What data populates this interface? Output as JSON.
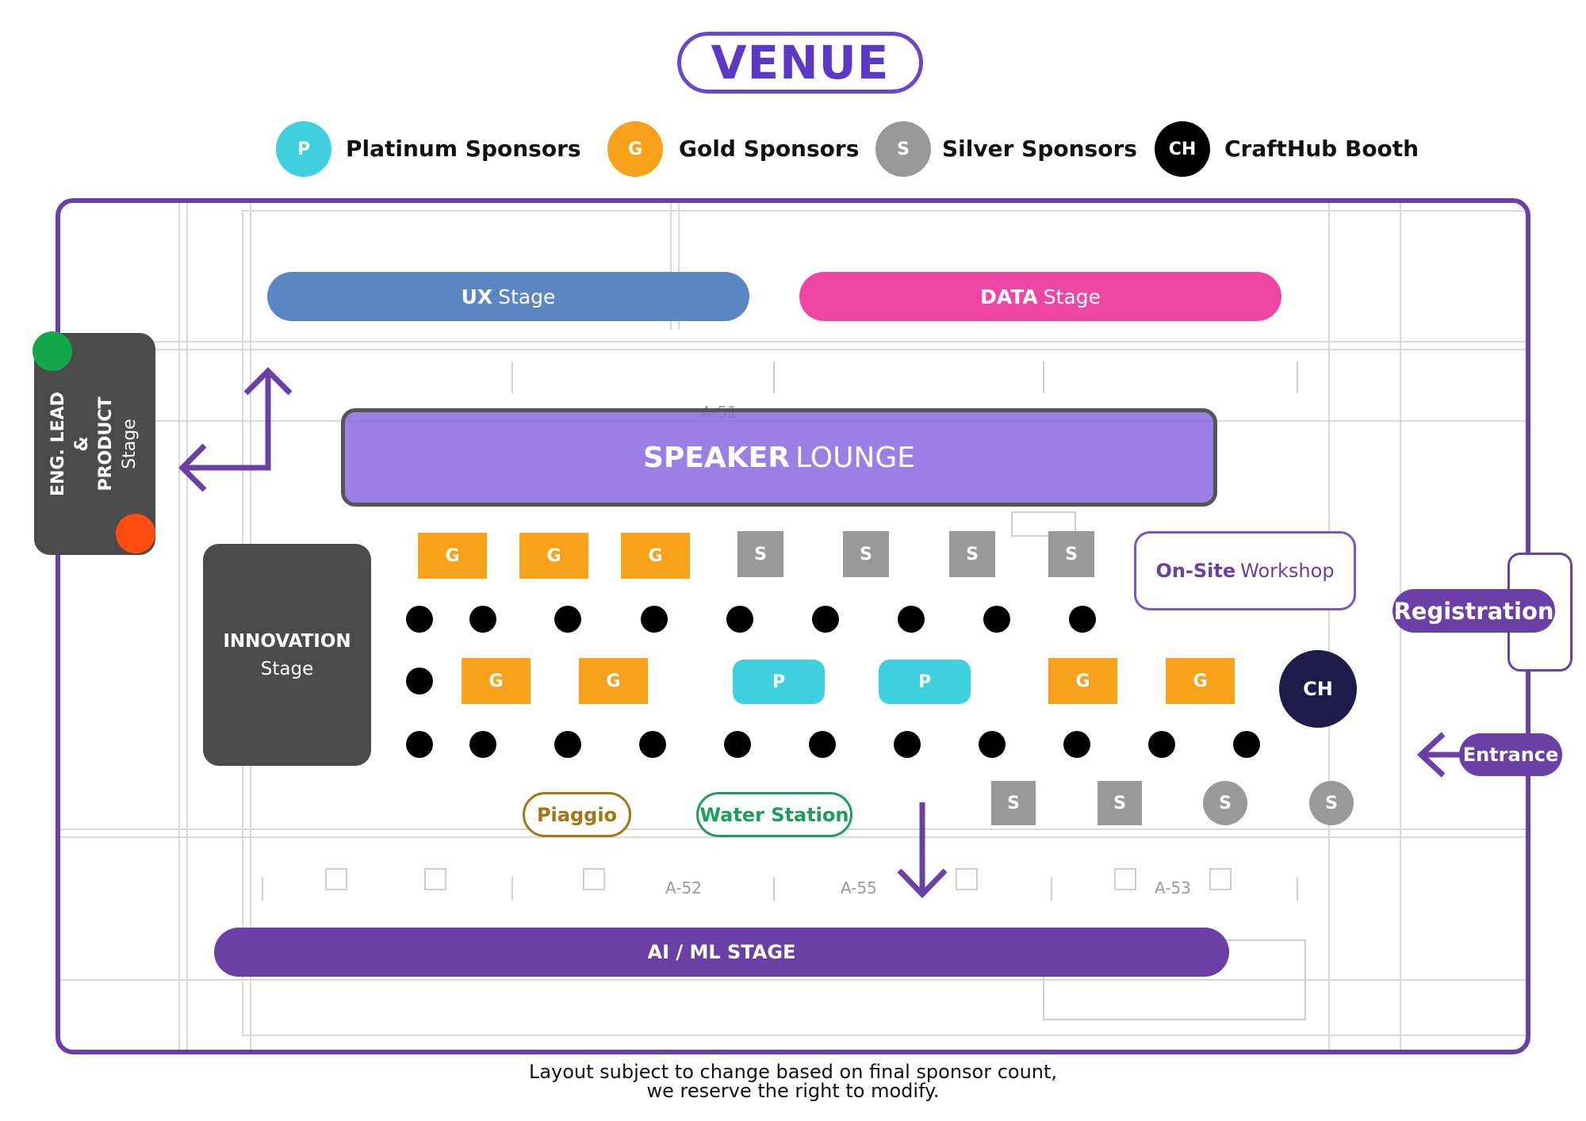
{
  "title": "VENUE",
  "legend": [
    {
      "abbr": "P",
      "label": "Platinum Sponsors",
      "color": "#3fd0e0"
    },
    {
      "abbr": "G",
      "label": "Gold Sponsors",
      "color": "#f8a21c"
    },
    {
      "abbr": "S",
      "label": "Silver Sponsors",
      "color": "#999999"
    },
    {
      "abbr": "CH",
      "label": "CraftHub Booth",
      "color": "#000000"
    }
  ],
  "stages": {
    "ux": {
      "bold": "UX",
      "rest": "Stage",
      "color": "#5a86c4"
    },
    "data": {
      "bold": "DATA",
      "rest": "Stage",
      "color": "#ee46a4"
    },
    "speaker": {
      "bold": "SPEAKER",
      "rest": "LOUNGE",
      "color": "#9b82e3"
    },
    "eng": {
      "line1": "ENG. LEAD",
      "line2": "&",
      "line3": "PRODUCT",
      "line4": "Stage"
    },
    "innovation": {
      "bold": "INNOVATION",
      "rest": "Stage"
    },
    "aiml": {
      "label": "AI / ML STAGE",
      "color": "#6a3fa6"
    }
  },
  "booths": {
    "gold": "G",
    "silver": "S",
    "platinum": "P",
    "crafthub": "CH"
  },
  "zones": {
    "workshop_bold": "On-Site",
    "workshop_rest": "Workshop",
    "registration": "Registration",
    "entrance": "Entrance",
    "piaggio": "Piaggio",
    "water": "Water Station"
  },
  "plan_labels": [
    "A-51",
    "A-52",
    "A-55",
    "A-53"
  ],
  "note": {
    "line1": "Layout subject to change based on final sponsor count,",
    "line2": "we reserve the right to modify."
  }
}
